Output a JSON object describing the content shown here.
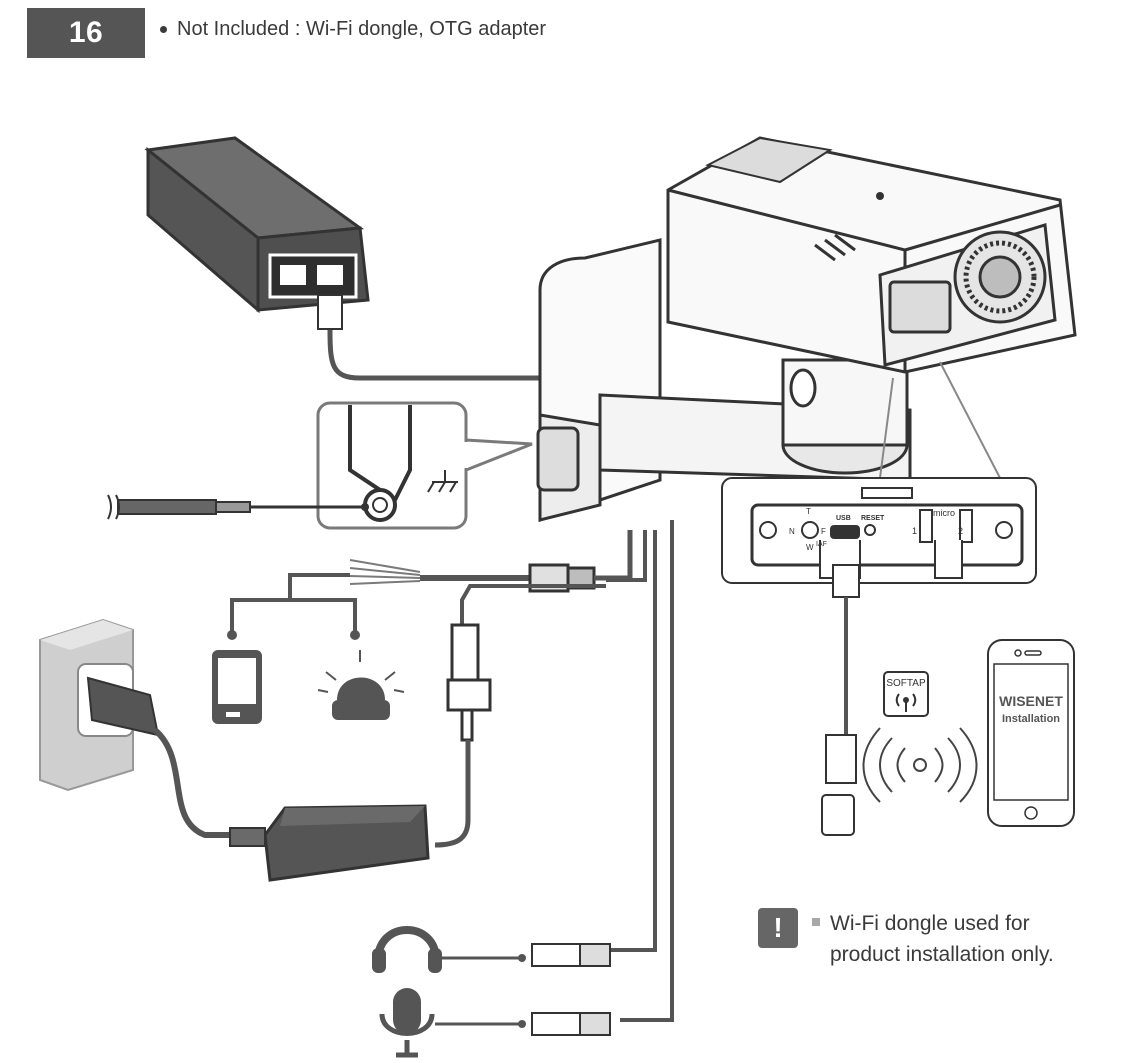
{
  "page": {
    "number": "16"
  },
  "header": {
    "note": "Not Included : Wi-Fi dongle, OTG adapter"
  },
  "camera_panel": {
    "labels": {
      "t": "T",
      "n": "N",
      "f": "F",
      "w": "W",
      "iaf": "IAF",
      "usb": "USB",
      "reset": "RESET",
      "slot1": "1",
      "slot2": "2",
      "micro": "micro"
    }
  },
  "softap": {
    "label": "SOFTAP"
  },
  "phone": {
    "brand": "WISENET",
    "caption": "Installation"
  },
  "note": {
    "text": "Wi-Fi dongle used for product installation only."
  },
  "icons": {
    "warning": "exclamation-icon",
    "headphones": "headphones-icon",
    "microphone": "microphone-icon",
    "wifi": "wifi-signal-icon",
    "ground": "ground-icon",
    "alarm": "alarm-light-icon"
  },
  "colors": {
    "dark": "#555555",
    "line": "#3a3a3a",
    "mid": "#8a8a8a",
    "light": "#d9d9d9"
  }
}
